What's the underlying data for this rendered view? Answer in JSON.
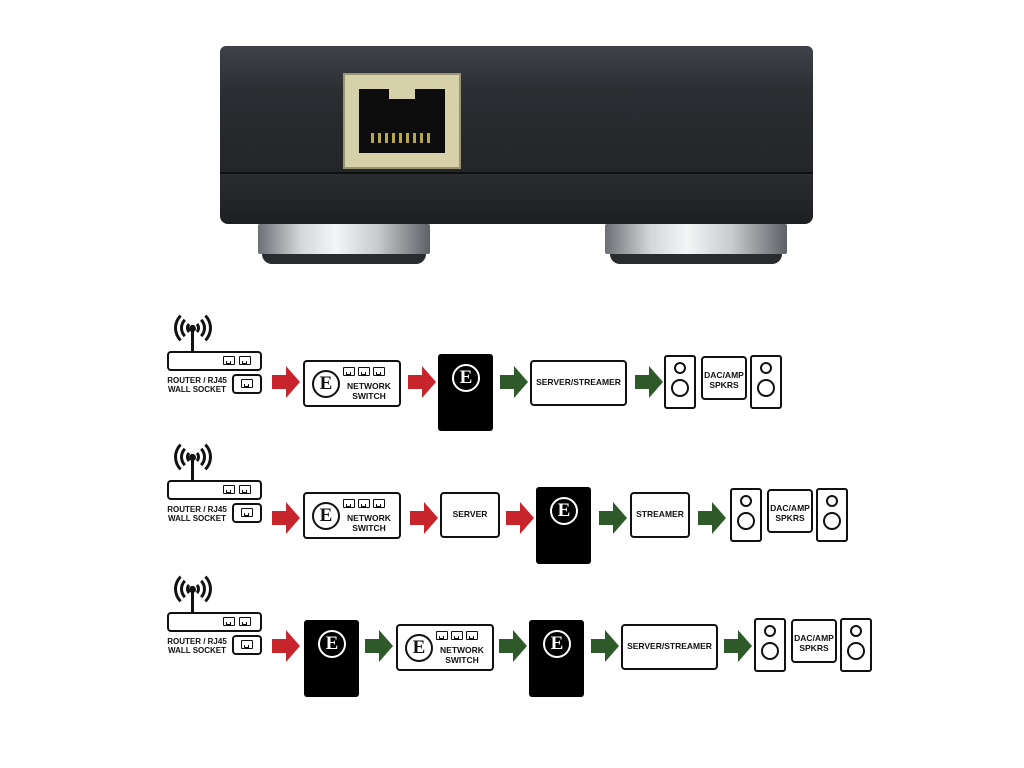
{
  "colors": {
    "red_arrow": "#c8242b",
    "green_arrow": "#2e5a2a",
    "outline": "#111111",
    "product_body": "#2a2c30",
    "rj45_shell": "#d7d1aa"
  },
  "labels": {
    "router": "ROUTER / RJ45\nWALL SOCKET",
    "switch": "NETWORK\nSWITCH",
    "server_streamer": "SERVER/STREAMER",
    "server": "SERVER",
    "streamer": "STREAMER",
    "dac": "DAC/AMP\nSPKRS"
  },
  "logo_letter": "E",
  "rows": [
    {
      "id": "row1",
      "chain": [
        "router",
        "red-arrow",
        "network-switch",
        "red-arrow",
        "product-box",
        "green-arrow",
        "server-streamer",
        "green-arrow",
        "dac-amp-speakers"
      ]
    },
    {
      "id": "row2",
      "chain": [
        "router",
        "red-arrow",
        "network-switch",
        "red-arrow",
        "server",
        "red-arrow",
        "product-box",
        "green-arrow",
        "streamer",
        "green-arrow",
        "dac-amp-speakers"
      ]
    },
    {
      "id": "row3",
      "chain": [
        "router",
        "red-arrow",
        "product-box",
        "green-arrow",
        "network-switch",
        "green-arrow",
        "product-box",
        "green-arrow",
        "server-streamer",
        "green-arrow",
        "dac-amp-speakers"
      ]
    }
  ]
}
